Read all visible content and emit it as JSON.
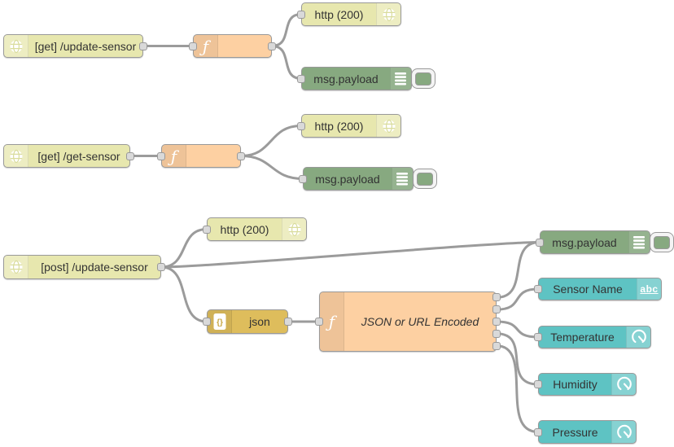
{
  "app": {
    "kind": "node-red-flow-canvas"
  },
  "colors": {
    "http_node": "#e7e7ae",
    "function_node": "#fdd0a2",
    "debug_node": "#87a980",
    "json_node": "#debd5c",
    "ui_node": "#5ec3c3",
    "node_border": "#999999",
    "wire": "#9b9b9b",
    "port_fill": "#d9d9d9",
    "label_text": "#333333"
  },
  "icons": {
    "http_in": "globe-icon",
    "http_response": "globe-icon",
    "function": "function-f-icon",
    "function_glyph": "ƒ",
    "json": "json-document-icon",
    "json_glyph": "{}",
    "debug": "debug-list-icon",
    "ui_text": "text-abc-icon",
    "ui_text_glyph": "abc",
    "ui_gauge": "gauge-icon"
  },
  "nodes": [
    {
      "label": "[get] /update-sensor",
      "type": "http in"
    },
    {
      "label": "",
      "type": "function"
    },
    {
      "label": "http (200)",
      "type": "http response"
    },
    {
      "label": "msg.payload",
      "type": "debug"
    },
    {
      "label": "[get] /get-sensor",
      "type": "http in"
    },
    {
      "label": "",
      "type": "function"
    },
    {
      "label": "http (200)",
      "type": "http response"
    },
    {
      "label": "msg.payload",
      "type": "debug"
    },
    {
      "label": "[post] /update-sensor",
      "type": "http in"
    },
    {
      "label": "http (200)",
      "type": "http response"
    },
    {
      "label": "json",
      "type": "json"
    },
    {
      "label": "JSON or URL Encoded",
      "type": "function"
    },
    {
      "label": "msg.payload",
      "type": "debug"
    },
    {
      "label": "Sensor Name",
      "type": "ui text"
    },
    {
      "label": "Temperature",
      "type": "ui gauge"
    },
    {
      "label": "Humidity",
      "type": "ui gauge"
    },
    {
      "label": "Pressure",
      "type": "ui gauge"
    }
  ]
}
